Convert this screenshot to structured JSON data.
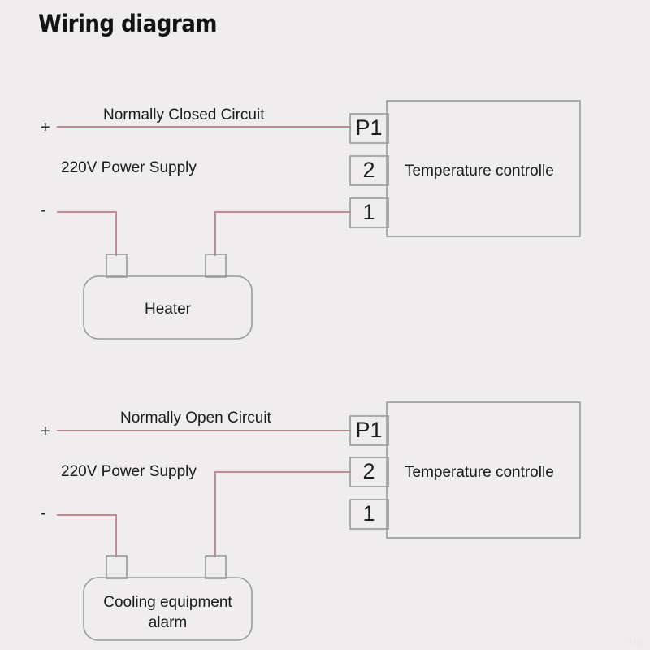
{
  "page": {
    "title": "Wiring diagram",
    "background_color": "#efedee",
    "wire_color": "#c08a93",
    "outline_color": "#9a9a9a",
    "watermark": "TINE"
  },
  "diagrams": [
    {
      "id": "normally-closed",
      "circuit_label": "Normally Closed Circuit",
      "supply_label": "220V Power Supply",
      "plus_sign": "+",
      "minus_sign": "-",
      "controller": {
        "label": "Temperature controlle",
        "terminals": [
          {
            "name": "P1",
            "connected": true
          },
          {
            "name": "2",
            "connected": false
          },
          {
            "name": "1",
            "connected": true
          }
        ]
      },
      "device": {
        "label": "Heater",
        "lines": [
          "Heater"
        ]
      }
    },
    {
      "id": "normally-open",
      "circuit_label": "Normally Open Circuit",
      "supply_label": "220V Power Supply",
      "plus_sign": "+",
      "minus_sign": "-",
      "controller": {
        "label": "Temperature controlle",
        "terminals": [
          {
            "name": "P1",
            "connected": true
          },
          {
            "name": "2",
            "connected": true
          },
          {
            "name": "1",
            "connected": false
          }
        ]
      },
      "device": {
        "label": "Cooling equipment alarm",
        "lines": [
          "Cooling equipment",
          "alarm"
        ]
      }
    }
  ]
}
